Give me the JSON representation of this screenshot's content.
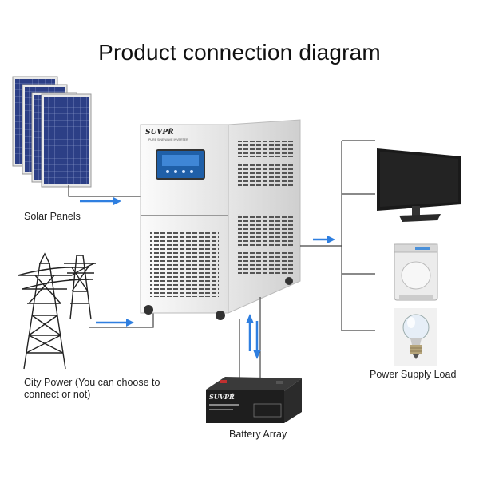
{
  "title": "Product connection diagram",
  "labels": {
    "solar": "Solar Panels",
    "city": "City Power (You can choose to connect or not)",
    "battery": "Battery Array",
    "load": "Power Supply Load"
  },
  "inverter": {
    "brand": "SUVPR",
    "brand_mark": "®",
    "model": "PURE SINE WAVE INVERTER"
  },
  "battery": {
    "brand": "SUVPR",
    "brand_mark": "®"
  },
  "colors": {
    "arrow": "#2f7fe0",
    "line": "#444444",
    "panel": "#2c3f86",
    "inverter_body": "#f2f2f2",
    "lcd": "#1f5fa8"
  },
  "icons": [
    "solar-panel-icon",
    "power-tower-icon",
    "inverter-icon",
    "battery-icon",
    "monitor-icon",
    "washing-machine-icon",
    "light-bulb-icon"
  ]
}
